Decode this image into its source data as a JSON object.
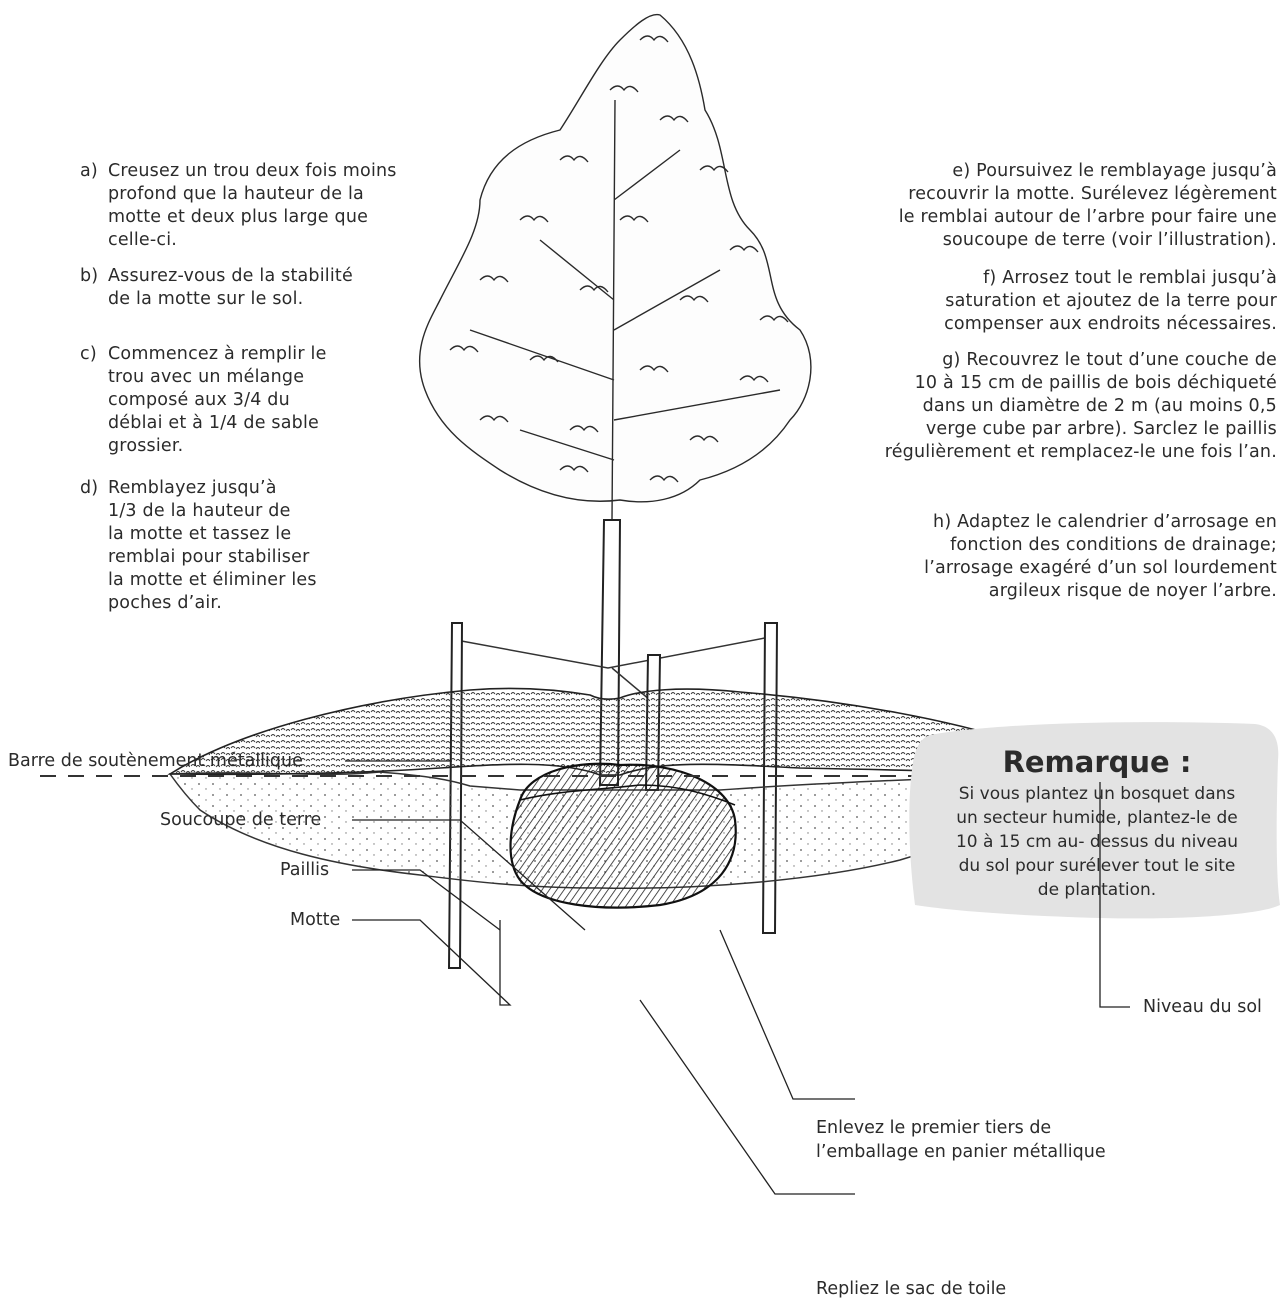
{
  "steps_left": [
    {
      "letter": "a)",
      "text": "Creusez un trou deux fois moins\nprofond que la hauteur de la\nmotte et deux plus large que\ncelle-ci."
    },
    {
      "letter": "b)",
      "text": "Assurez-vous de la stabilité\nde la motte sur le sol."
    },
    {
      "letter": "c)",
      "text": "Commencez à remplir le\ntrou avec un mélange\ncomposé aux 3/4 du\ndéblai et à 1/4 de sable\ngrossier."
    },
    {
      "letter": "d)",
      "text": "Remblayez jusqu’à\n1/3 de la hauteur de\nla motte et tassez le\nremblai pour stabiliser\nla motte et éliminer les\npoches d’air."
    }
  ],
  "steps_right": [
    {
      "text": "e) Poursuivez le remblayage jusqu’à\nrecouvrir la motte. Surélevez légèrement\nle remblai autour de l’arbre pour faire une\nsoucoupe de terre (voir l’illustration)."
    },
    {
      "text": "f) Arrosez tout le remblai jusqu’à\nsaturation et ajoutez de la terre pour\ncompenser aux endroits nécessaires."
    },
    {
      "text": "g) Recouvrez le tout d’une couche de\n10 à 15 cm de paillis de bois déchiqueté\ndans un diamètre de 2 m (au moins 0,5\nverge cube par arbre). Sarclez le paillis\nrégulièrement et remplacez-le une fois l’an."
    },
    {
      "text": "h) Adaptez le calendrier d’arrosage en\nfonction des conditions de drainage;\nl’arrosage exagéré d’un sol lourdement\nargileux risque de noyer l’arbre."
    }
  ],
  "labels": {
    "stake": "Barre de soutènement métallique",
    "saucer": "Soucoupe de terre",
    "mulch": "Paillis",
    "rootball": "Motte",
    "ground": "Niveau du sol",
    "basket": "Enlevez le premier tiers de\nl’emballage en panier métallique",
    "burlap": "Repliez le sac de toile"
  },
  "note": {
    "title": "Remarque :",
    "body": "Si vous plantez un bosquet dans\nun secteur humide, plantez-le de\n10 à 15 cm au- dessus du niveau\ndu sol pour surélever tout le site\nde plantation."
  },
  "colors": {
    "ink": "#2b2b2b",
    "note_bg": "#e3e3e3",
    "paper": "#ffffff"
  }
}
